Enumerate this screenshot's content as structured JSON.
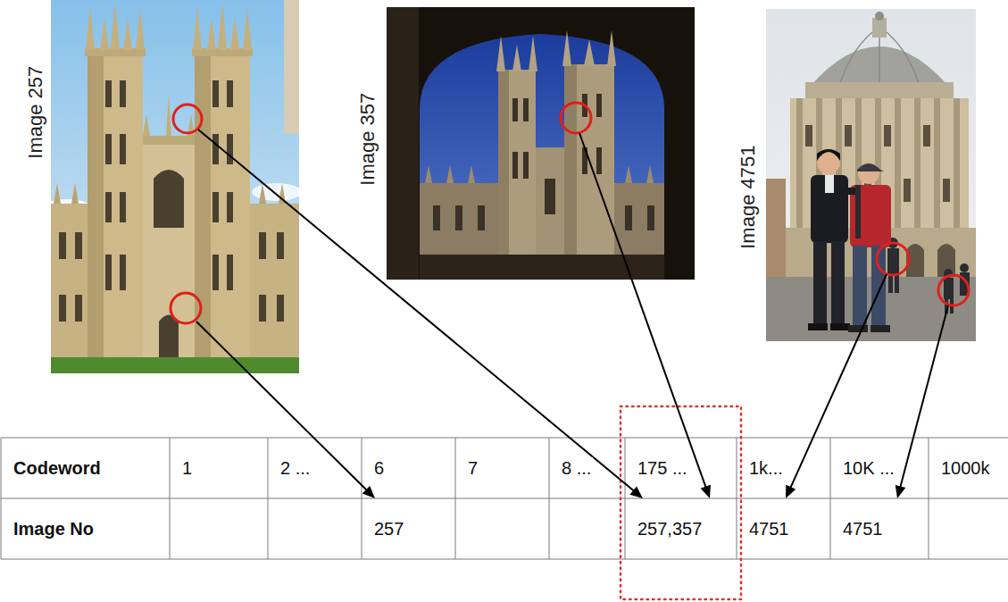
{
  "diagram": {
    "nodes": [
      {
        "text": [
          "Image 257"
        ]
      },
      {
        "text": [
          "Image 357"
        ]
      },
      {
        "text": [
          "Image 4751"
        ]
      },
      {
        "text": [
          "Codeword"
        ]
      },
      {
        "text": [
          "1"
        ]
      },
      {
        "text": [
          "2 ..."
        ]
      },
      {
        "text": [
          "6"
        ]
      },
      {
        "text": [
          "7"
        ]
      },
      {
        "text": [
          "8 ..."
        ]
      },
      {
        "text": [
          "175 ..."
        ]
      },
      {
        "text": [
          "1k..."
        ]
      },
      {
        "text": [
          "10K ..."
        ]
      },
      {
        "text": [
          "1000k"
        ]
      },
      {
        "text": [
          "Image No"
        ]
      },
      {
        "text": [
          "257"
        ]
      },
      {
        "text": [
          "257,357"
        ]
      },
      {
        "text": [
          "4751"
        ]
      },
      {
        "text": [
          "4751"
        ]
      }
    ],
    "edges": [
      {
        "from": 0,
        "to": 14,
        "arrow": "to"
      },
      {
        "from": 0,
        "to": 15,
        "arrow": "to"
      },
      {
        "from": 1,
        "to": 15,
        "arrow": "to"
      },
      {
        "from": 2,
        "to": 16,
        "arrow": "to"
      },
      {
        "from": 2,
        "to": 17,
        "arrow": "to"
      }
    ]
  }
}
